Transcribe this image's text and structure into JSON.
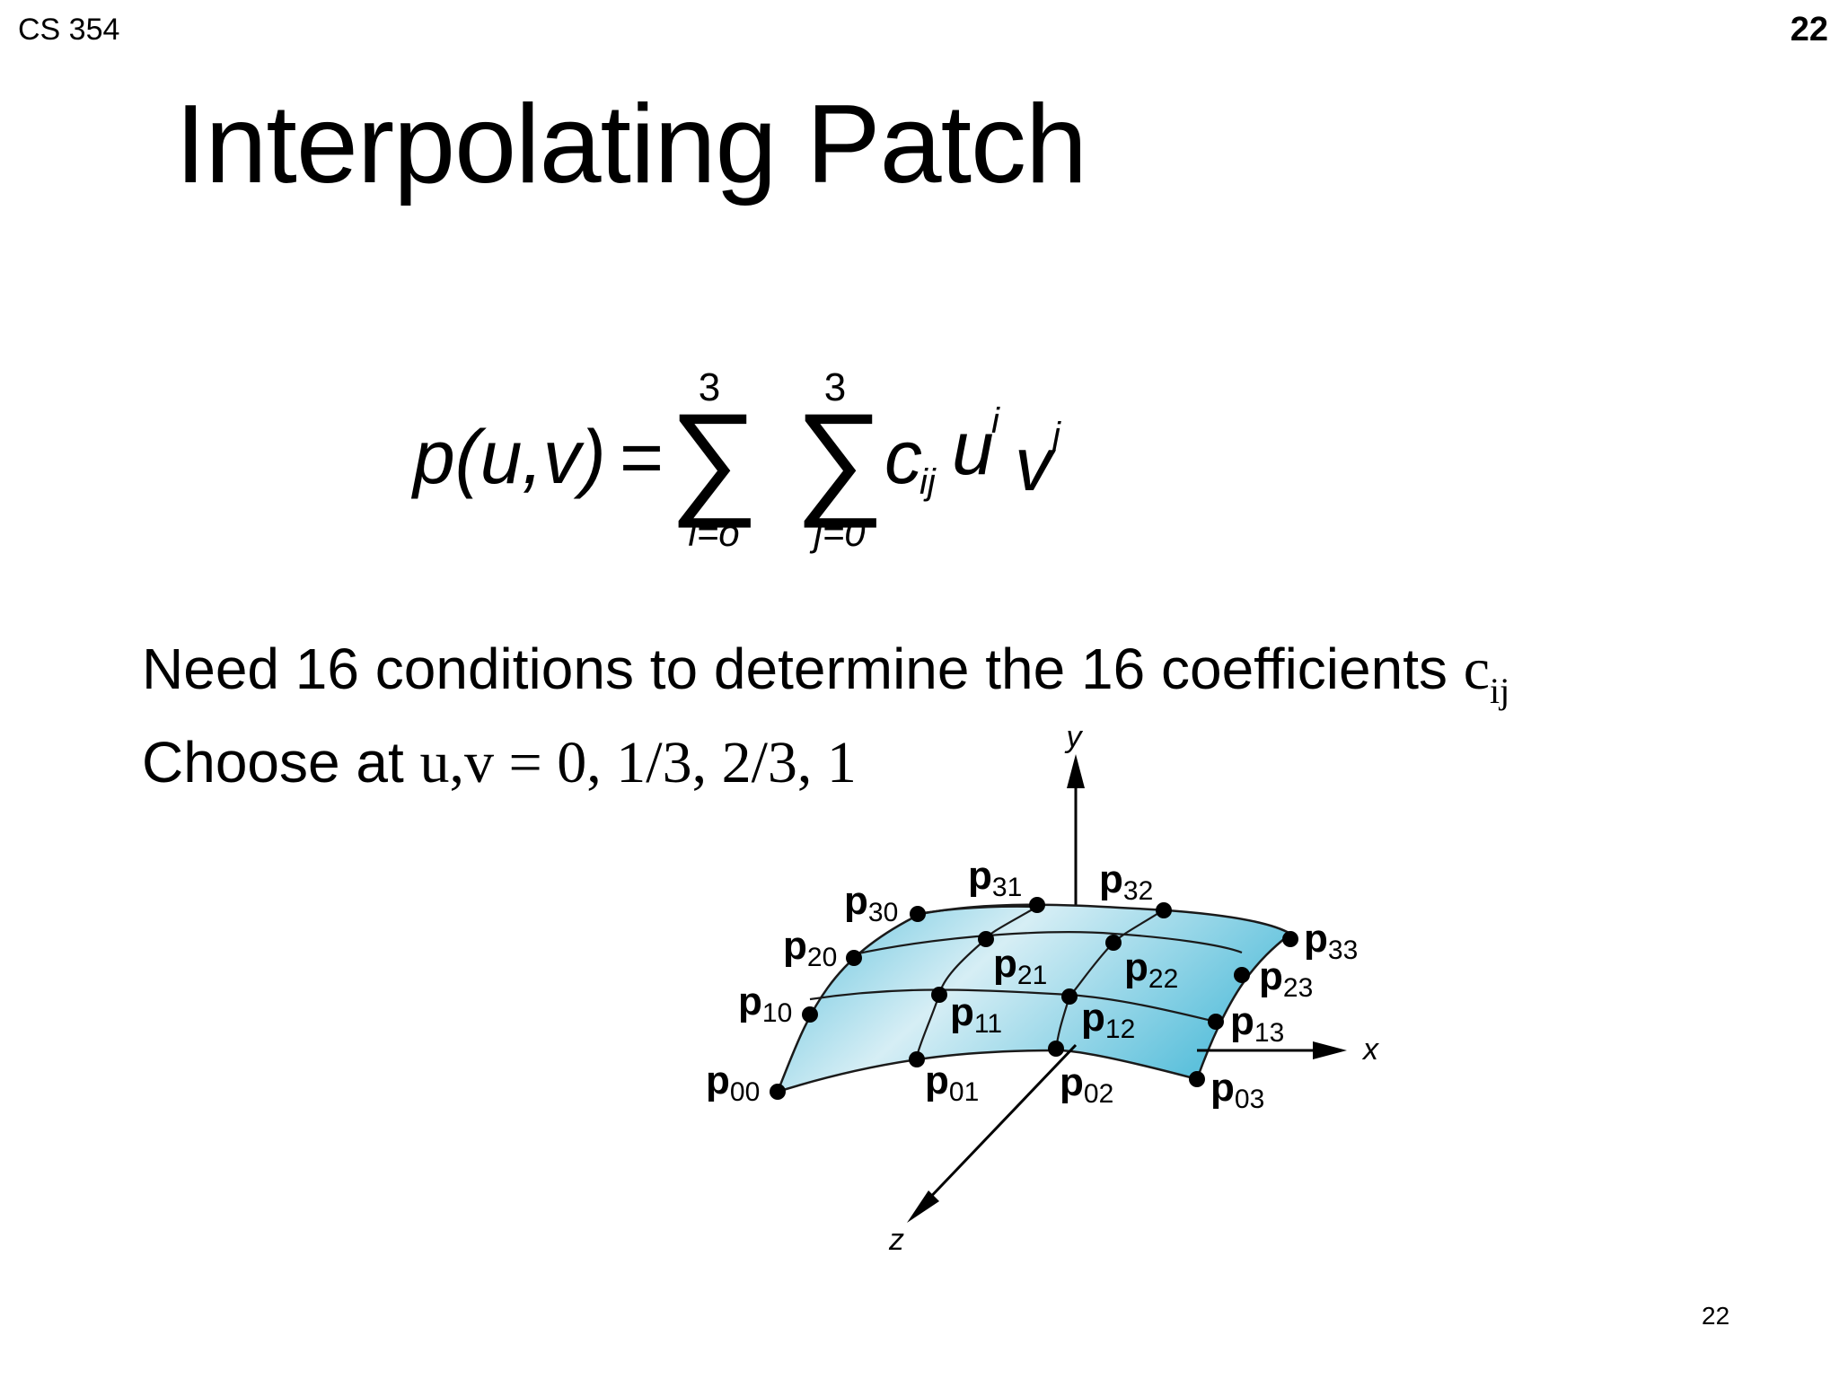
{
  "header": {
    "course": "CS 354",
    "slide_number": "22"
  },
  "title": "Interpolating Patch",
  "formula": {
    "lhs": "p(u,v)",
    "equals": "=",
    "sum1": {
      "upper": "3",
      "lower": "i=o"
    },
    "sum2": {
      "upper": "3",
      "lower": "j=0"
    },
    "coef": "c",
    "coef_sub": "ij",
    "u": "u",
    "u_sup": "i",
    "v": "v",
    "v_sup": "j"
  },
  "text": {
    "line1_sans": "Need 16 conditions to determine the 16 coefficients ",
    "line1_serif": "c",
    "line1_sub": "ij",
    "line2_sans": "Choose at ",
    "line2_serif": "u,v = 0, 1/3, 2/3, 1"
  },
  "figure": {
    "axis_x": "x",
    "axis_y": "y",
    "axis_z": "z",
    "point_prefix": "p",
    "points": [
      {
        "sub": "00"
      },
      {
        "sub": "01"
      },
      {
        "sub": "02"
      },
      {
        "sub": "03"
      },
      {
        "sub": "10"
      },
      {
        "sub": "11"
      },
      {
        "sub": "12"
      },
      {
        "sub": "13"
      },
      {
        "sub": "20"
      },
      {
        "sub": "21"
      },
      {
        "sub": "22"
      },
      {
        "sub": "23"
      },
      {
        "sub": "30"
      },
      {
        "sub": "31"
      },
      {
        "sub": "32"
      },
      {
        "sub": "33"
      }
    ],
    "colors": {
      "surface_light": "#d6eef5",
      "surface_dark": "#5ec1dc"
    }
  },
  "footer": {
    "page_number": "22"
  }
}
